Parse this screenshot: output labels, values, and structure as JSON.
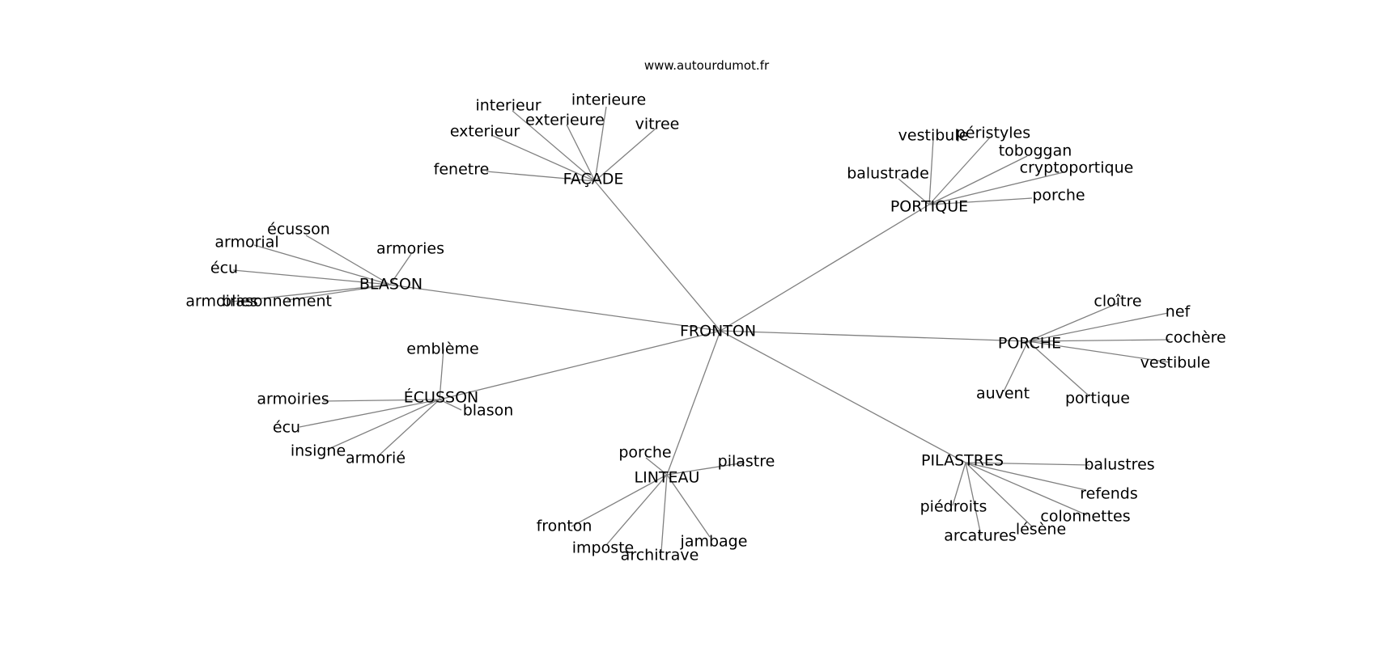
{
  "site": "www.autourdumot.fr",
  "center": "FRONTON",
  "clusters": [
    {
      "label": "FAÇADE",
      "leaves": [
        "interieur",
        "interieure",
        "exterieure",
        "exterieur",
        "vitree",
        "fenetre"
      ]
    },
    {
      "label": "PORTIQUE",
      "leaves": [
        "vestibule",
        "péristyles",
        "toboggan",
        "balustrade",
        "cryptoportique",
        "porche"
      ]
    },
    {
      "label": "BLASON",
      "leaves": [
        "écusson",
        "armorial",
        "armories",
        "écu",
        "armoiries",
        "blasonnement"
      ]
    },
    {
      "label": "PORCHE",
      "leaves": [
        "cloître",
        "nef",
        "cochère",
        "vestibule",
        "auvent",
        "portique"
      ]
    },
    {
      "label": "ÉCUSSON",
      "leaves": [
        "emblème",
        "armoiries",
        "blason",
        "écu",
        "insigne",
        "armorié"
      ]
    },
    {
      "label": "LINTEAU",
      "leaves": [
        "porche",
        "pilastre",
        "fronton",
        "imposte",
        "architrave",
        "jambage"
      ]
    },
    {
      "label": "PILASTRES",
      "leaves": [
        "balustres",
        "refends",
        "piédroits",
        "colonnettes",
        "lésène",
        "arcatures"
      ]
    }
  ]
}
